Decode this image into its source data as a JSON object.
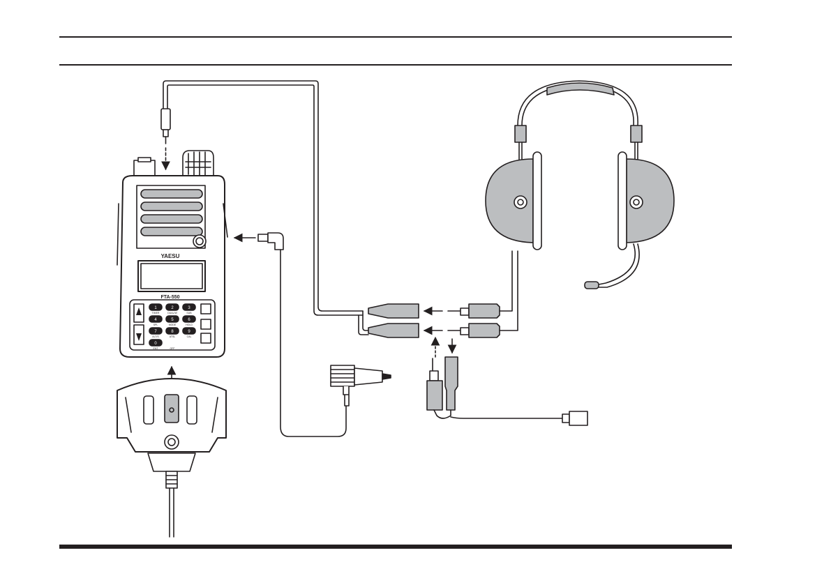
{
  "radio": {
    "brand": "YAESU",
    "model": "FTA-550",
    "keys": [
      "1",
      "2",
      "3",
      "4",
      "5",
      "6",
      "7",
      "8",
      "9",
      "0"
    ],
    "key_captions": [
      "TIMER",
      "DUAL/W",
      "SUB",
      "SPL",
      "MODE",
      "HOLD",
      "ALT/S",
      "ATSL",
      "CAL",
      "ENT",
      "OFF"
    ]
  },
  "colors": {
    "line": "#231f20",
    "fill_gray": "#bcbec0",
    "fill_white": "#ffffff"
  },
  "icons": [
    "arrow-left-icon",
    "arrow-down-icon",
    "arrow-up-icon"
  ]
}
